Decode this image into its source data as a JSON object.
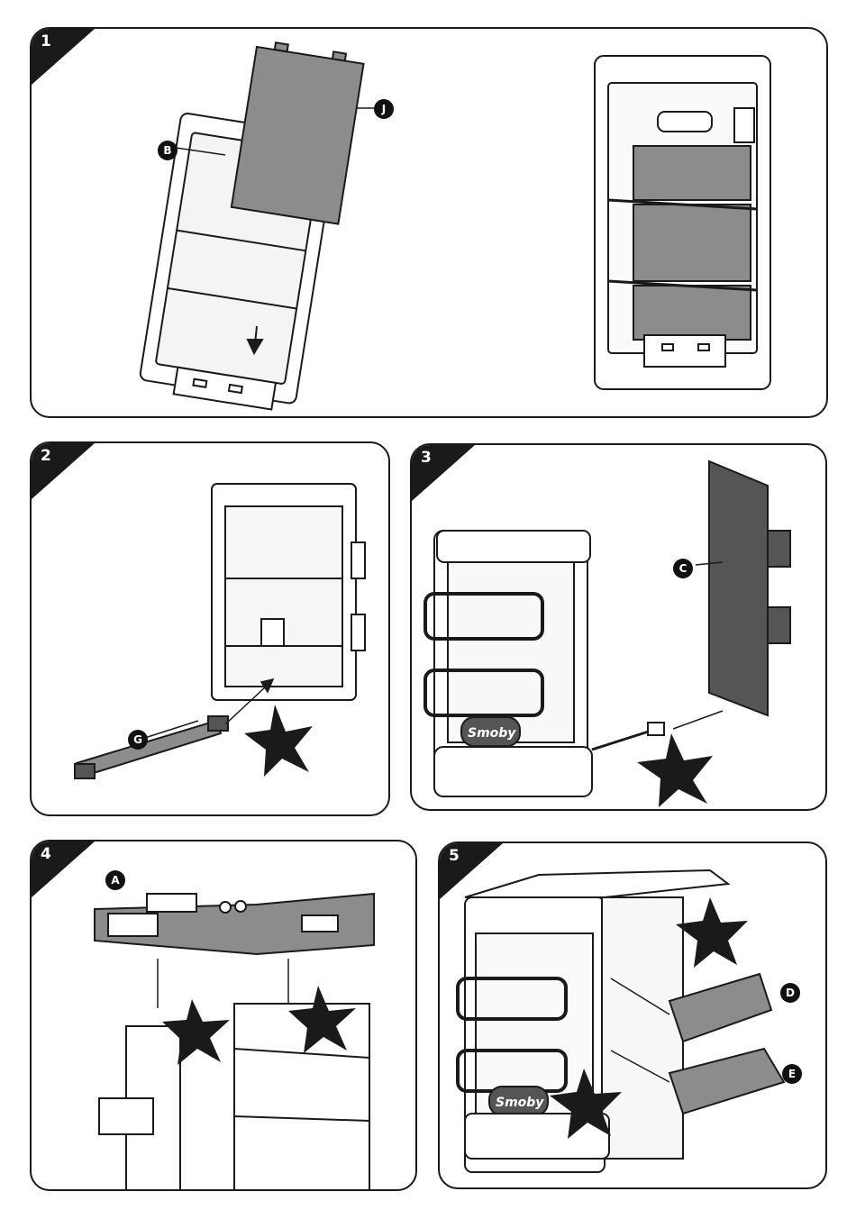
{
  "steps": [
    {
      "number": "1"
    },
    {
      "number": "2"
    },
    {
      "number": "3"
    },
    {
      "number": "4"
    },
    {
      "number": "5"
    }
  ],
  "parts": {
    "B": "B",
    "J": "J",
    "G": "G",
    "C": "C",
    "A": "A",
    "D": "D",
    "E": "E"
  },
  "brand": "Smoby",
  "colors": {
    "outline": "#1a1a1a",
    "panel_gray": "#8c8c8c",
    "dark_part": "#555555",
    "light_part": "#ffffff"
  },
  "icons": [
    "star-icon",
    "arrow-icon"
  ]
}
